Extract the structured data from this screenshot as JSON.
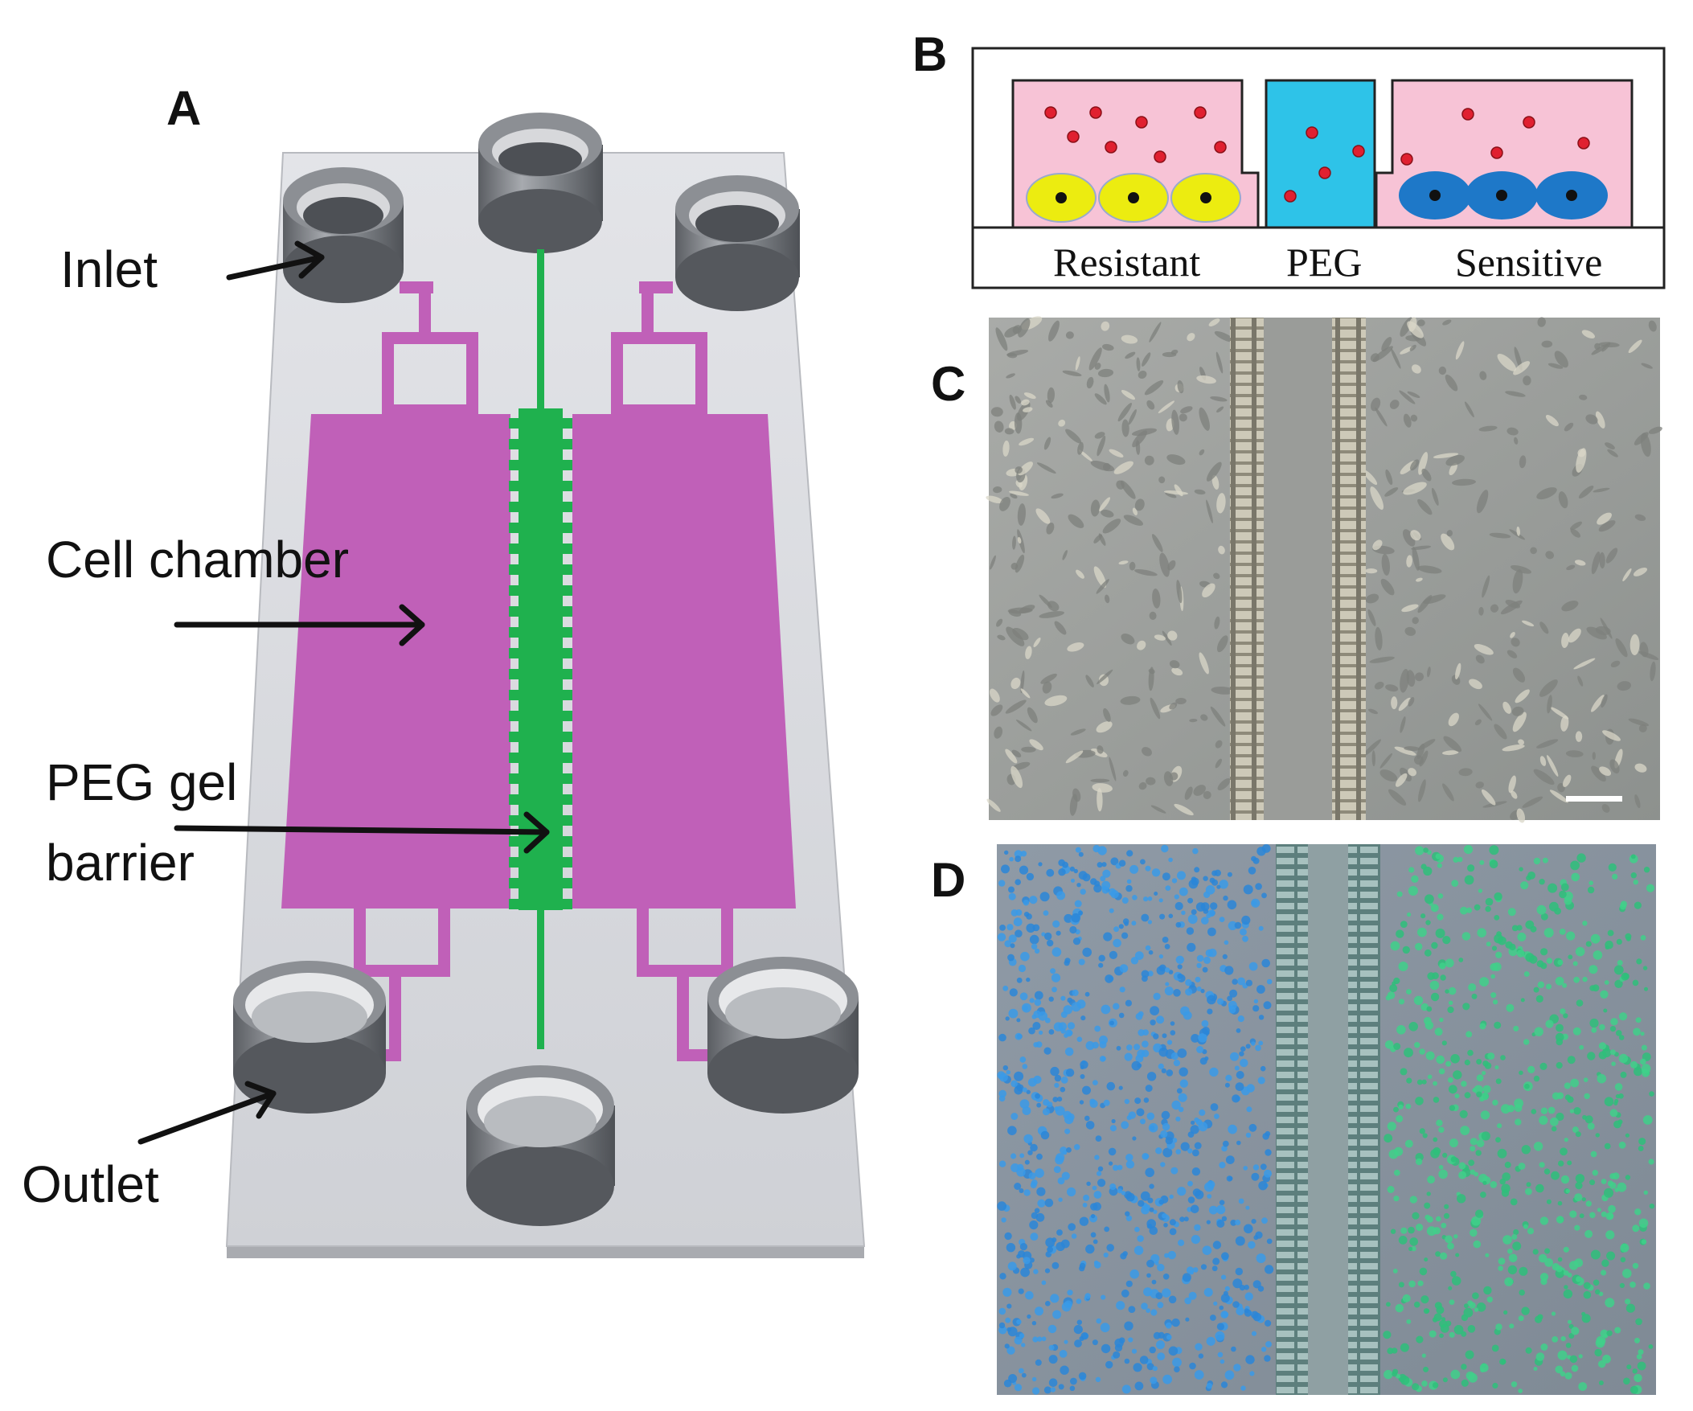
{
  "panels": {
    "a": {
      "letter": "A",
      "labels": {
        "inlet": "Inlet",
        "cell_chamber": "Cell chamber",
        "peg_line1": "PEG gel",
        "peg_line2": "barrier",
        "outlet": "Outlet"
      }
    },
    "b": {
      "letter": "B",
      "labels": {
        "resistant": "Resistant",
        "peg": "PEG",
        "sensitive": "Sensitive"
      }
    },
    "c": {
      "letter": "C"
    },
    "d": {
      "letter": "D"
    }
  },
  "colors": {
    "chamber_magenta": "#c060b8",
    "barrier_green": "#1fb14e",
    "chip_base": "#d9dadf",
    "well_gray": "#707378",
    "medium_pink": "#f7c3d6",
    "peg_cyan": "#2ec3e8",
    "drug_red": "#e02030",
    "resistant_yellow": "#ecec10",
    "sensitive_blue": "#1e78c8",
    "stain_blue": "#2a86d8",
    "stain_green": "#2ec07a"
  }
}
